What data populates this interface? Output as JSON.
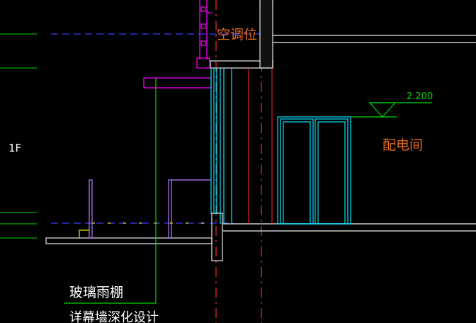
{
  "labels": {
    "ac_position": "空调位",
    "electrical_room": "配电间",
    "floor": "1F",
    "glass_canopy": "玻璃雨棚",
    "curtain_wall_note": "详幕墙深化设计",
    "elevation_value": "2.200"
  },
  "colors": {
    "background": "#000000",
    "wall": "#c8c8c8",
    "cyan": "#00e5ff",
    "magenta": "#ff00ff",
    "green": "#00d800",
    "red": "#ff2a2a",
    "blue": "#3a3aff",
    "orange": "#e06a1a",
    "purple": "#b07cff",
    "yellow": "#e8e800",
    "white": "#ffffff"
  }
}
